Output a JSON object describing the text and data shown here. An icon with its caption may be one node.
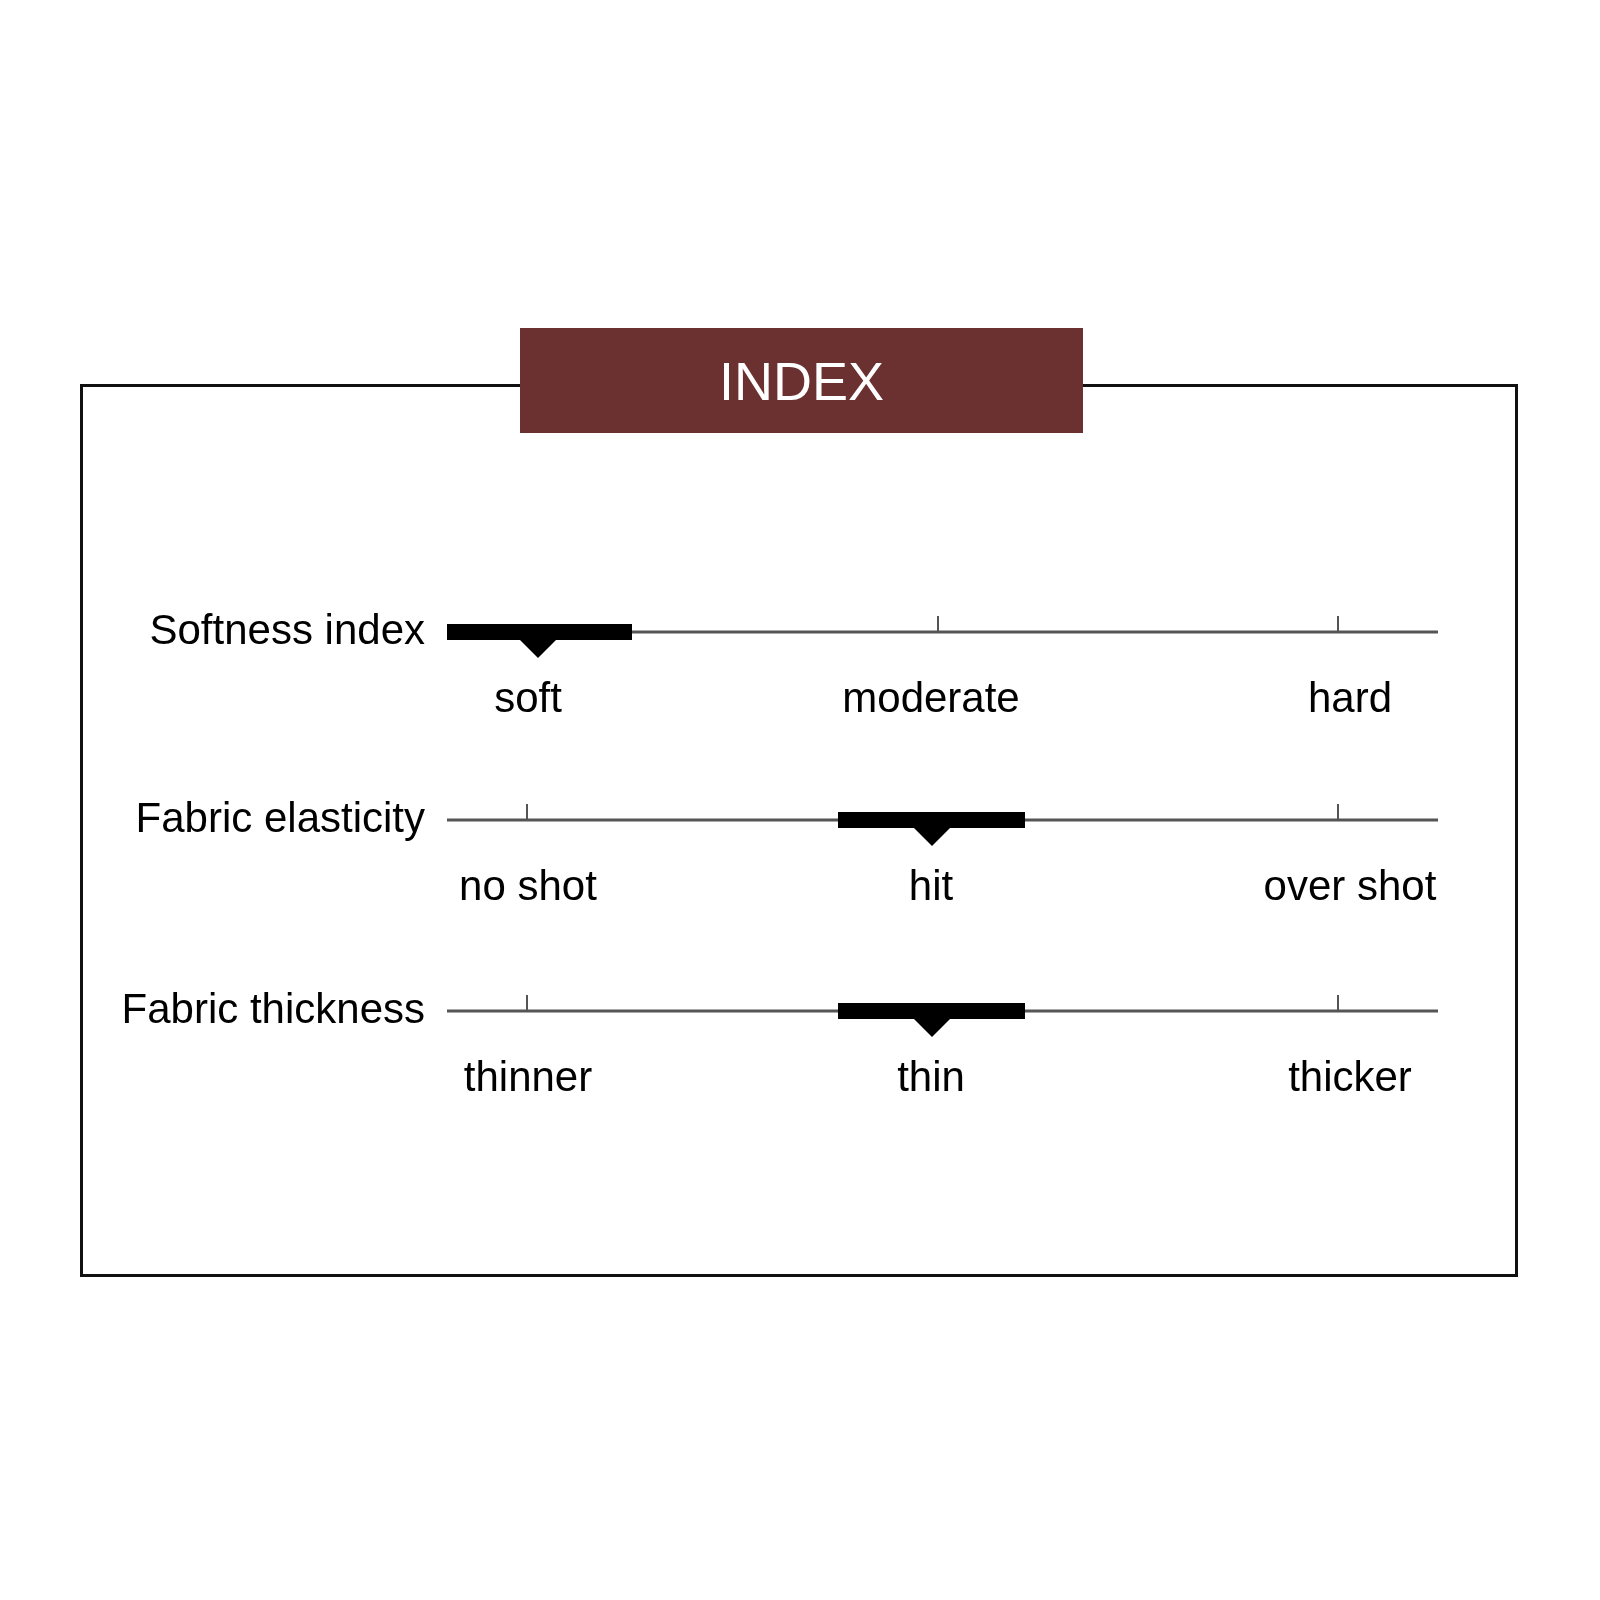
{
  "diagram": {
    "title": "INDEX",
    "labels": [
      "Softness index",
      "soft",
      "moderate",
      "hard",
      "Fabric elasticity",
      "no shot",
      "hit",
      "over shot",
      "Fabric thickness",
      "thinner",
      "thin",
      "thicker"
    ]
  }
}
